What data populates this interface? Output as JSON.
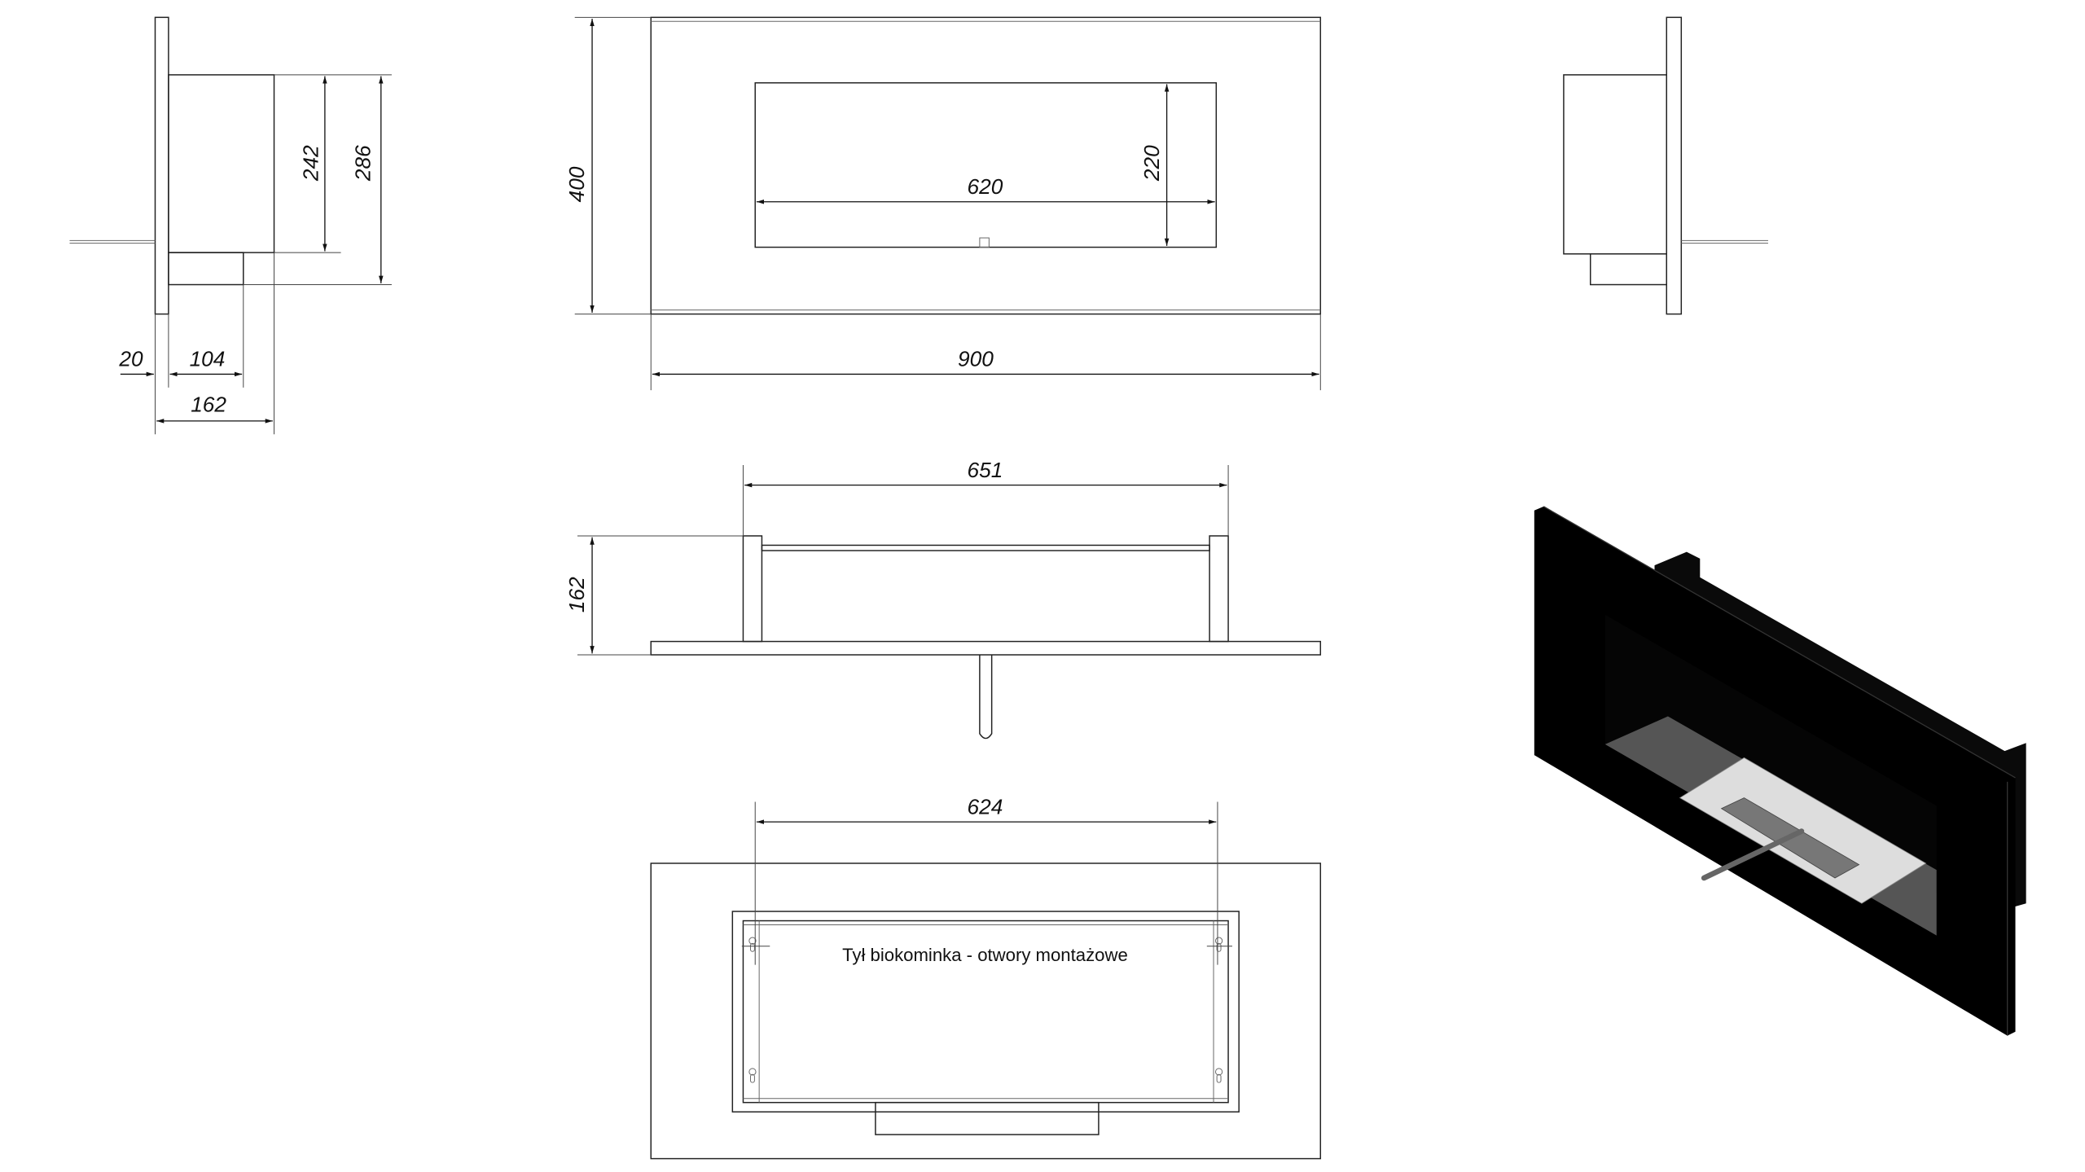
{
  "side_view": {
    "dim_20": "20",
    "dim_104": "104",
    "dim_162": "162",
    "dim_242": "242",
    "dim_286": "286"
  },
  "front_view": {
    "dim_400": "400",
    "dim_900": "900",
    "dim_620": "620",
    "dim_220": "220"
  },
  "top_view": {
    "dim_651": "651",
    "dim_162": "162"
  },
  "back_view": {
    "dim_624": "624",
    "caption": "Tył biokominka - otwory montażowe"
  },
  "iso_view": {
    "body_color": "#000000",
    "floor_color": "#555555",
    "burner_plate_color": "#dddddd",
    "slot_color": "#777777"
  }
}
